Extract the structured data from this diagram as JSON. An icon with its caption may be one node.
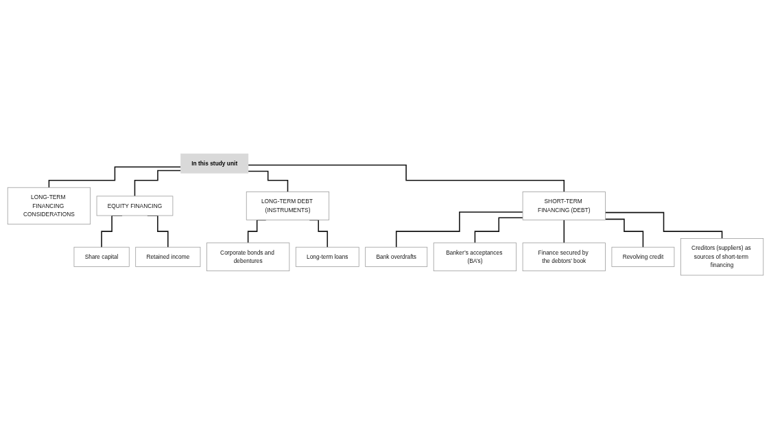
{
  "diagram": {
    "nodes": [
      {
        "text": [
          "In this study unit"
        ]
      },
      {
        "text": [
          "LONG-TERM FINANCING CONSIDERATIONS"
        ]
      },
      {
        "text": [
          "EQUITY FINANCING"
        ]
      },
      {
        "text": [
          "Share capital"
        ]
      },
      {
        "text": [
          "Retained income"
        ]
      },
      {
        "text": [
          "LONG-TERM DEBT (INSTRUMENTS)"
        ]
      },
      {
        "text": [
          "Corporate bonds and debentures"
        ]
      },
      {
        "text": [
          "Long-term loans"
        ]
      },
      {
        "text": [
          "SHORT-TERM FINANCING (DEBT)"
        ]
      },
      {
        "text": [
          "Bank overdrafts"
        ]
      },
      {
        "text": [
          "Banker’s acceptances (BA’s)"
        ]
      },
      {
        "text": [
          "Finance secured by the debtors’ book"
        ]
      },
      {
        "text": [
          "Revolving credit"
        ]
      },
      {
        "text": [
          "Creditors (suppliers) as sources of short-term financing"
        ]
      }
    ],
    "edges": [
      {
        "from": 0,
        "to": 1,
        "arrow": "none"
      },
      {
        "from": 0,
        "to": 2,
        "arrow": "none"
      },
      {
        "from": 0,
        "to": 5,
        "arrow": "none"
      },
      {
        "from": 0,
        "to": 8,
        "arrow": "none"
      },
      {
        "from": 2,
        "to": 3,
        "arrow": "none"
      },
      {
        "from": 2,
        "to": 4,
        "arrow": "none"
      },
      {
        "from": 5,
        "to": 6,
        "arrow": "none"
      },
      {
        "from": 5,
        "to": 7,
        "arrow": "none"
      },
      {
        "from": 8,
        "to": 9,
        "arrow": "none"
      },
      {
        "from": 8,
        "to": 10,
        "arrow": "none"
      },
      {
        "from": 8,
        "to": 11,
        "arrow": "none"
      },
      {
        "from": 8,
        "to": 12,
        "arrow": "none"
      },
      {
        "from": 8,
        "to": 13,
        "arrow": "none"
      }
    ]
  }
}
